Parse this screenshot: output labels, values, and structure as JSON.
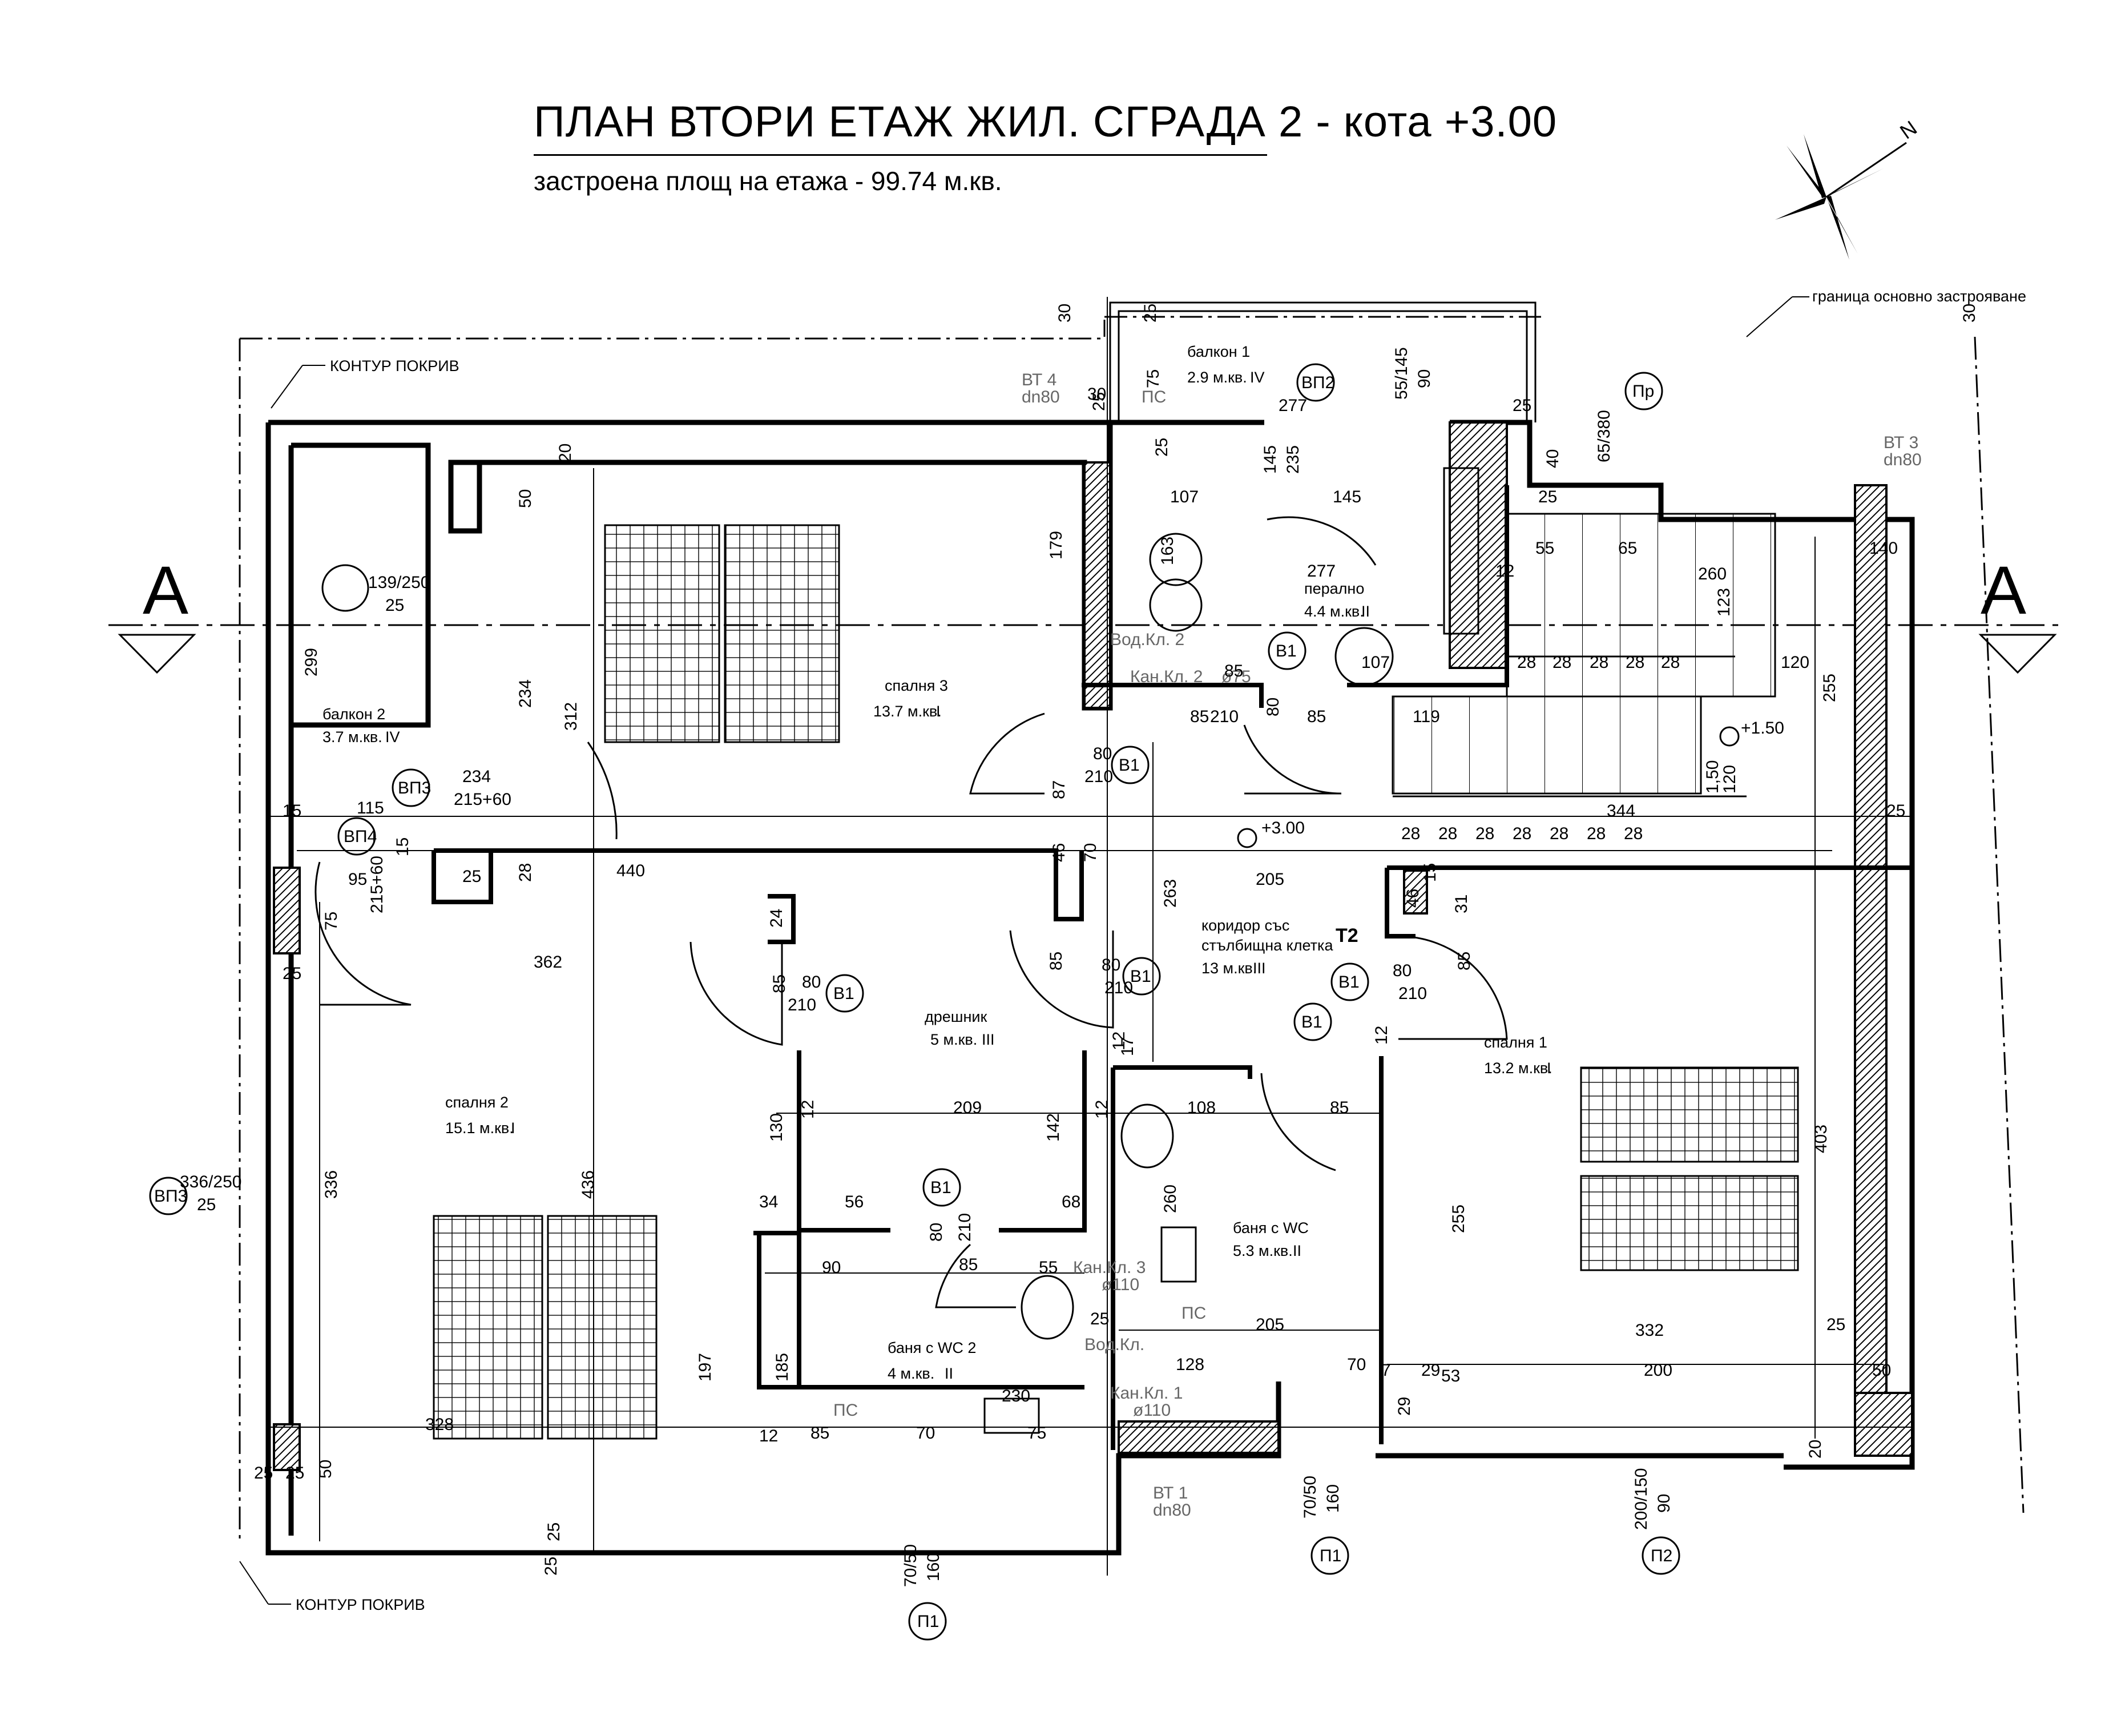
{
  "title": "ПЛАН ВТОРИ ЕТАЖ ЖИЛ. СГРАДА 2 - кота +3.00",
  "subtitle": "застроена площ на етажа - 99.74 м.кв.",
  "north_label": "N",
  "notes": {
    "roof_contour_top": "КОНТУР ПОКРИВ",
    "roof_contour_bottom": "КОНТУР ПОКРИВ",
    "building_boundary": "граница основно застрояване"
  },
  "section_marks": {
    "left": "A",
    "right": "A"
  },
  "rooms": [
    {
      "name": "спалня 3",
      "area": "13.7 м.кв.",
      "cat": "I"
    },
    {
      "name": "балкон 1",
      "area": "2.9 м.кв.",
      "cat": "IV"
    },
    {
      "name": "перално",
      "area": "4.4 м.кв.",
      "cat": "II"
    },
    {
      "name": "балкон 2",
      "area": "3.7 м.кв.",
      "cat": "IV"
    },
    {
      "name": "коридор със",
      "name2": "стълбищна клетка",
      "area": "13 м.кв.",
      "cat": "III"
    },
    {
      "name": "дрешник",
      "area": "5 м.кв.",
      "cat": "III"
    },
    {
      "name": "спалня 2",
      "area": "15.1 м.кв.",
      "cat": "I"
    },
    {
      "name": "спалня 1",
      "area": "13.2 м.кв.",
      "cat": "I"
    },
    {
      "name": "баня с WC",
      "area": "5.3 м.кв.",
      "cat": "II"
    },
    {
      "name": "баня с WC 2",
      "area": "4 м.кв.",
      "cat": "II"
    }
  ],
  "tags": {
    "vp2": "ВП2",
    "vp3": "ВП3",
    "vp4": "ВП4",
    "vp3b": "ВП3",
    "pr": "Пр",
    "b1": "В1",
    "p1": "П1",
    "p2": "П2",
    "t2": "T2"
  },
  "pipes": {
    "vt4": "ВТ 4",
    "vt4dn": "dn80",
    "vt3": "ВТ 3",
    "vt3dn": "dn80",
    "vt1": "ВТ 1",
    "vt1dn": "dn80",
    "ps": "ПС",
    "vodkl2": "Вод.Кл. 2",
    "kankl2": "Кан.Кл. 2",
    "kankl2b": "ø75",
    "kankl3": "Кан.Кл. 3",
    "kankl3b": "ø110",
    "vodkl": "Вод.Кл.",
    "kankl1": "Кан.Кл. 1",
    "kankl1b": "ø110"
  },
  "levels": {
    "floor": "+3.00",
    "landing": "+1.50"
  },
  "window_codes": {
    "w1": "139/250",
    "w1b": "25",
    "w2": "234",
    "w2b": "215+60",
    "w3": "115",
    "w3b": "95",
    "w3c": "215+60",
    "w4": "336/250",
    "w4b": "25",
    "w5": "55/145",
    "w5b": "90",
    "w6": "65/380",
    "w7": "145",
    "w7b": "235",
    "p1a": "70/50",
    "p1b": "160",
    "p1c": "70/50",
    "p1d": "160",
    "p2a": "200/150",
    "p2b": "90"
  },
  "dims": [
    "30",
    "25",
    "30",
    "30",
    "75",
    "25",
    "277",
    "25",
    "40",
    "25",
    "15",
    "25",
    "20",
    "25",
    "179",
    "107",
    "145",
    "55",
    "65",
    "260",
    "140",
    "163",
    "277",
    "12",
    "123",
    "85",
    "210",
    "107",
    "28",
    "28",
    "28",
    "28",
    "28",
    "120",
    "255",
    "80",
    "85",
    "85",
    "119",
    "1,50",
    "87",
    "80",
    "210",
    "344",
    "25",
    "46",
    "70",
    "120",
    "28",
    "28",
    "28",
    "28",
    "28",
    "28",
    "28",
    "299",
    "234",
    "312",
    "50",
    "440",
    "28",
    "25",
    "15",
    "205",
    "263",
    "15",
    "31",
    "46",
    "75",
    "24",
    "362",
    "85",
    "80",
    "210",
    "85",
    "80",
    "210",
    "85",
    "80",
    "210",
    "17",
    "12",
    "12",
    "108",
    "85",
    "12",
    "130",
    "209",
    "142",
    "12",
    "34",
    "56",
    "68",
    "436",
    "336",
    "80",
    "210",
    "85",
    "260",
    "255",
    "403",
    "90",
    "55",
    "25",
    "205",
    "197",
    "185",
    "12",
    "85",
    "70",
    "128",
    "70",
    "7",
    "29",
    "53",
    "200",
    "50",
    "230",
    "75",
    "29",
    "332",
    "328",
    "50",
    "25",
    "25",
    "25",
    "20",
    "25",
    "25"
  ]
}
